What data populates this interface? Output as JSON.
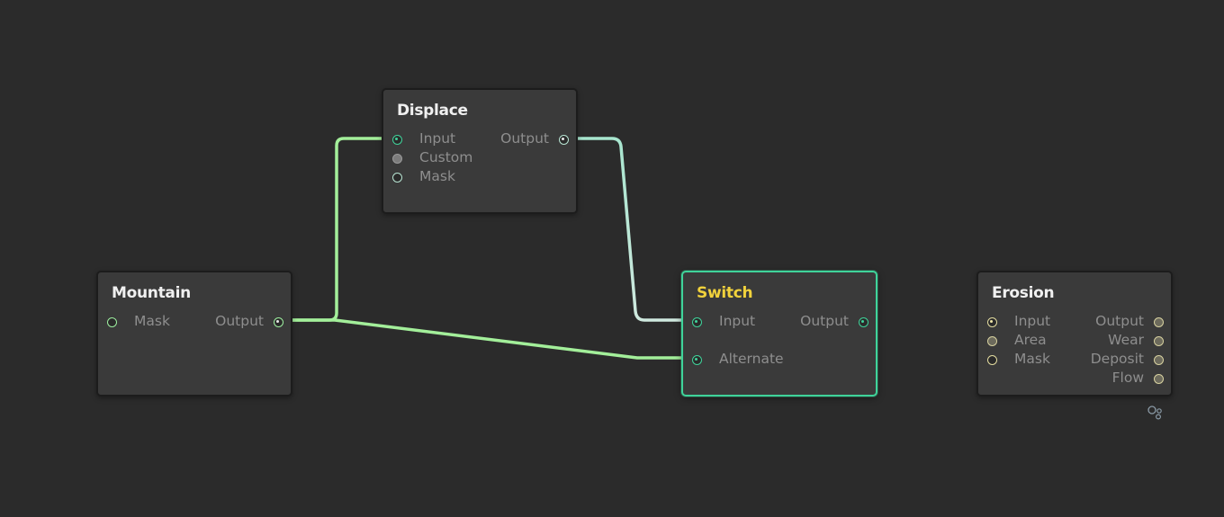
{
  "nodes": {
    "displace": {
      "title": "Displace",
      "inputs": [
        "Input",
        "Custom",
        "Mask"
      ],
      "outputs": [
        "Output"
      ]
    },
    "mountain": {
      "title": "Mountain",
      "inputs": [
        "Mask"
      ],
      "outputs": [
        "Output"
      ]
    },
    "switch": {
      "title": "Switch",
      "inputs": [
        "Input",
        "Alternate"
      ],
      "outputs": [
        "Output"
      ]
    },
    "erosion": {
      "title": "Erosion",
      "inputs": [
        "Input",
        "Area",
        "Mask"
      ],
      "outputs": [
        "Output",
        "Wear",
        "Deposit",
        "Flow"
      ]
    }
  },
  "icons": {
    "scene_icon": "nodes-options-icon"
  },
  "colors": {
    "background": "#2b2b2b",
    "node_fill": "#3a3a3a",
    "selected_border": "#3fd39a",
    "selected_title": "#f1d23c",
    "wire_green": "#a3ef9a",
    "wire_white": "#ffffff"
  }
}
